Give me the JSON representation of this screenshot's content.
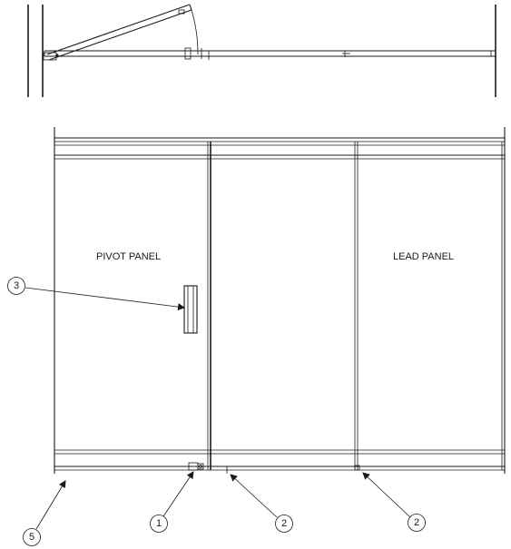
{
  "panels": {
    "pivot_label": "PIVOT PANEL",
    "lead_label": "LEAD PANEL"
  },
  "callouts": [
    {
      "id": "callout-3",
      "number": "3"
    },
    {
      "id": "callout-5",
      "number": "5"
    },
    {
      "id": "callout-1",
      "number": "1"
    },
    {
      "id": "callout-2a",
      "number": "2"
    },
    {
      "id": "callout-2b",
      "number": "2"
    }
  ],
  "colors": {
    "line": "#1a1a1a",
    "background": "#ffffff"
  }
}
